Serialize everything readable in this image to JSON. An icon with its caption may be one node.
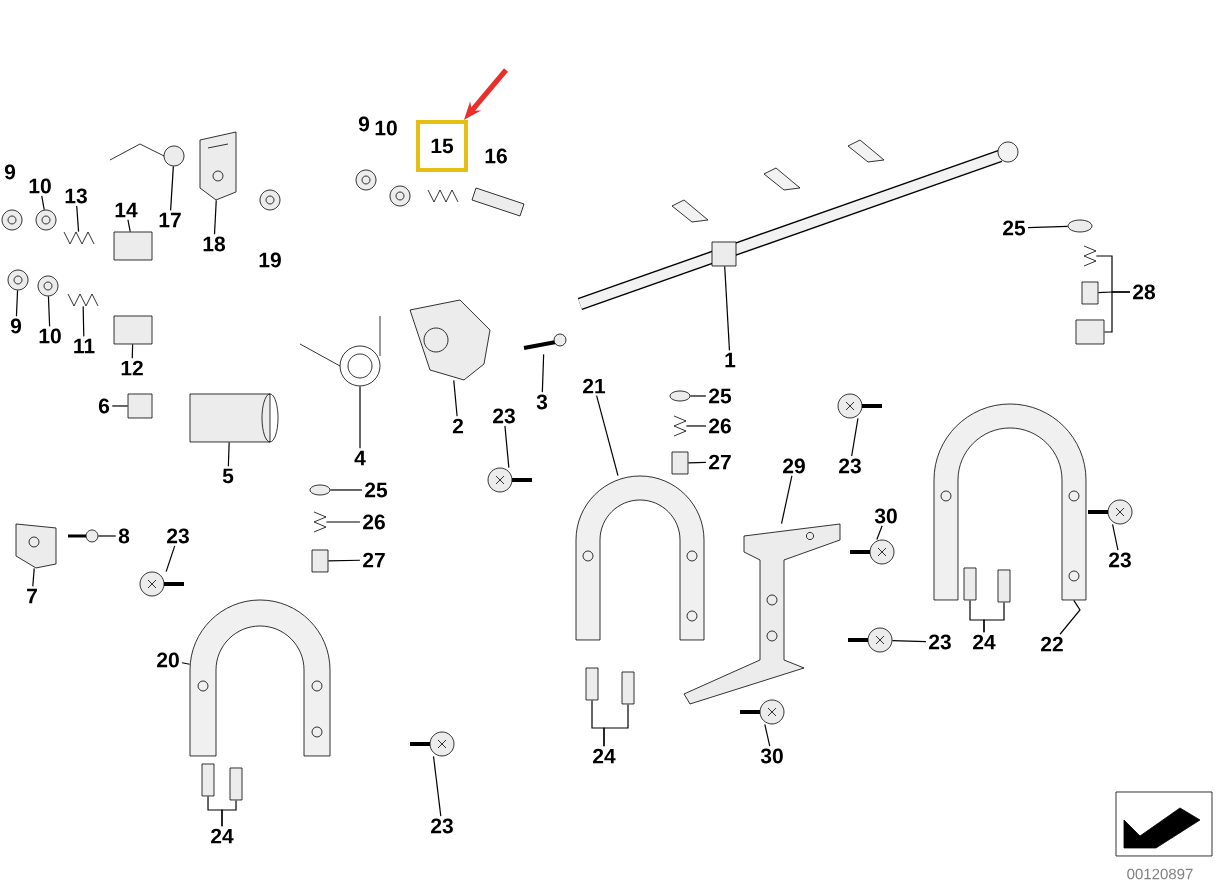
{
  "diagram": {
    "nodes": [
      {
        "text": [
          "15"
        ]
      },
      {
        "text": [
          "17"
        ]
      },
      {
        "text": [
          "18"
        ]
      },
      {
        "text": [
          "10"
        ]
      },
      {
        "text": [
          "13"
        ]
      },
      {
        "text": [
          "14"
        ]
      },
      {
        "text": [
          "9"
        ]
      },
      {
        "text": [
          "10"
        ]
      },
      {
        "text": [
          "11"
        ]
      },
      {
        "text": [
          "12"
        ]
      },
      {
        "text": [
          "25"
        ]
      },
      {
        "text": [
          "28"
        ]
      },
      {
        "text": [
          "1"
        ]
      },
      {
        "text": [
          "21"
        ]
      },
      {
        "text": [
          "25"
        ]
      },
      {
        "text": [
          "26"
        ]
      },
      {
        "text": [
          "3"
        ]
      },
      {
        "text": [
          "6"
        ]
      },
      {
        "text": [
          "23"
        ]
      },
      {
        "text": [
          "2"
        ]
      },
      {
        "text": [
          "4"
        ]
      },
      {
        "text": [
          "27"
        ]
      },
      {
        "text": [
          "29"
        ]
      },
      {
        "text": [
          "23"
        ]
      },
      {
        "text": [
          "5"
        ]
      },
      {
        "text": [
          "25"
        ]
      },
      {
        "text": [
          "30"
        ]
      },
      {
        "text": [
          "26"
        ]
      },
      {
        "text": [
          "8"
        ]
      },
      {
        "text": [
          "23"
        ]
      },
      {
        "text": [
          "23"
        ]
      },
      {
        "text": [
          "27"
        ]
      },
      {
        "text": [
          "7"
        ]
      },
      {
        "text": [
          "23"
        ]
      },
      {
        "text": [
          "24"
        ]
      },
      {
        "text": [
          "22"
        ]
      },
      {
        "text": [
          "20"
        ]
      },
      {
        "text": [
          "24"
        ]
      },
      {
        "text": [
          "30"
        ]
      },
      {
        "text": [
          "23"
        ]
      },
      {
        "text": [
          "24"
        ]
      },
      {
        "text": [],
        "shape": "picture"
      },
      {
        "text": [],
        "shape": "picture"
      },
      {
        "text": [],
        "shape": "circle"
      },
      {
        "text": [],
        "shape": "picture"
      },
      {
        "text": [],
        "shape": "box"
      },
      {
        "text": [],
        "shape": "circle"
      },
      {
        "text": [],
        "shape": "circle"
      },
      {
        "text": [],
        "shape": "picture"
      },
      {
        "text": [],
        "shape": "box"
      },
      {
        "text": [],
        "shape": "ellipse"
      },
      {
        "text": [],
        "shape": "picture"
      },
      {
        "text": [],
        "shape": "box"
      },
      {
        "text": [],
        "shape": "box"
      },
      {
        "text": [],
        "shape": "box"
      },
      {
        "text": [],
        "shape": "picture"
      },
      {
        "text": [],
        "shape": "ellipse"
      },
      {
        "text": [],
        "shape": "picture"
      },
      {
        "text": [],
        "shape": "picture"
      },
      {
        "text": [],
        "shape": "box"
      },
      {
        "text": [],
        "shape": "picture"
      },
      {
        "text": [],
        "shape": "picture"
      },
      {
        "text": [],
        "shape": "picture"
      },
      {
        "text": [],
        "shape": "box"
      },
      {
        "text": [],
        "shape": "picture"
      },
      {
        "text": [],
        "shape": "picture"
      },
      {
        "text": [],
        "shape": "box"
      },
      {
        "text": [],
        "shape": "ellipse"
      },
      {
        "text": [],
        "shape": "picture"
      },
      {
        "text": [],
        "shape": "picture"
      },
      {
        "text": [],
        "shape": "picture"
      },
      {
        "text": [],
        "shape": "picture"
      },
      {
        "text": [],
        "shape": "picture"
      },
      {
        "text": [],
        "shape": "box"
      },
      {
        "text": [],
        "shape": "picture"
      },
      {
        "text": [],
        "shape": "picture"
      },
      {
        "text": [],
        "shape": "box"
      },
      {
        "text": [],
        "shape": "box"
      },
      {
        "text": [],
        "shape": "picture"
      },
      {
        "text": [],
        "shape": "picture"
      },
      {
        "text": [],
        "shape": "box"
      },
      {
        "text": [],
        "shape": "box"
      },
      {
        "text": [],
        "shape": "picture"
      },
      {
        "text": [],
        "shape": "picture"
      },
      {
        "text": [],
        "shape": "box"
      },
      {
        "text": [],
        "shape": "box"
      }
    ],
    "edges": [
      {
        "from": null,
        "to": 0,
        "arrow": "to",
        "style": "thick",
        "color": "#e8302a"
      },
      {
        "from": 1,
        "to": 41,
        "arrow": "none"
      },
      {
        "from": 2,
        "to": 42,
        "arrow": "none"
      },
      {
        "from": 3,
        "to": 43,
        "arrow": "none"
      },
      {
        "from": 4,
        "to": 44,
        "arrow": "none"
      },
      {
        "from": 5,
        "to": 45,
        "arrow": "none"
      },
      {
        "from": 6,
        "to": 46,
        "arrow": "none"
      },
      {
        "from": 7,
        "to": 47,
        "arrow": "none"
      },
      {
        "from": 8,
        "to": 48,
        "arrow": "none"
      },
      {
        "from": 9,
        "to": 49,
        "arrow": "none"
      },
      {
        "from": 10,
        "to": 50,
        "arrow": "none"
      },
      {
        "from": 11,
        "to": 51,
        "arrow": "none"
      },
      {
        "from": 11,
        "to": 52,
        "arrow": "none"
      },
      {
        "from": 11,
        "to": 53,
        "arrow": "none"
      },
      {
        "from": 12,
        "to": 54,
        "arrow": "none"
      },
      {
        "from": 13,
        "to": 55,
        "arrow": "none"
      },
      {
        "from": 14,
        "to": 56,
        "arrow": "none"
      },
      {
        "from": 15,
        "to": 57,
        "arrow": "none"
      },
      {
        "from": 16,
        "to": 58,
        "arrow": "none"
      },
      {
        "from": 17,
        "to": 59,
        "arrow": "none"
      },
      {
        "from": 18,
        "to": 60,
        "arrow": "none"
      },
      {
        "from": 19,
        "to": 61,
        "arrow": "none"
      },
      {
        "from": 20,
        "to": 62,
        "arrow": "none"
      },
      {
        "from": 21,
        "to": 63,
        "arrow": "none"
      },
      {
        "from": 22,
        "to": 64,
        "arrow": "none"
      },
      {
        "from": 23,
        "to": 65,
        "arrow": "none"
      },
      {
        "from": 24,
        "to": 66,
        "arrow": "none"
      },
      {
        "from": 25,
        "to": 67,
        "arrow": "none"
      },
      {
        "from": 26,
        "to": 68,
        "arrow": "none"
      },
      {
        "from": 27,
        "to": 69,
        "arrow": "none"
      },
      {
        "from": 28,
        "to": 70,
        "arrow": "none"
      },
      {
        "from": 29,
        "to": 71,
        "arrow": "none"
      },
      {
        "from": 30,
        "to": 72,
        "arrow": "none"
      },
      {
        "from": 31,
        "to": 73,
        "arrow": "none"
      },
      {
        "from": 32,
        "to": 74,
        "arrow": "none"
      },
      {
        "from": 33,
        "to": 75,
        "arrow": "none"
      },
      {
        "from": 34,
        "to": 76,
        "arrow": "none"
      },
      {
        "from": 34,
        "to": 77,
        "arrow": "none"
      },
      {
        "from": 35,
        "to": 78,
        "arrow": "none"
      },
      {
        "from": 36,
        "to": 79,
        "arrow": "none"
      },
      {
        "from": 37,
        "to": 80,
        "arrow": "none"
      },
      {
        "from": 37,
        "to": 81,
        "arrow": "none"
      },
      {
        "from": 38,
        "to": 82,
        "arrow": "none"
      },
      {
        "from": 39,
        "to": 83,
        "arrow": "none"
      },
      {
        "from": 40,
        "to": 84,
        "arrow": "none"
      },
      {
        "from": 40,
        "to": 85,
        "arrow": "none"
      }
    ],
    "labels": [
      "9",
      "10",
      "16",
      "9",
      "19",
      "00120897"
    ]
  }
}
